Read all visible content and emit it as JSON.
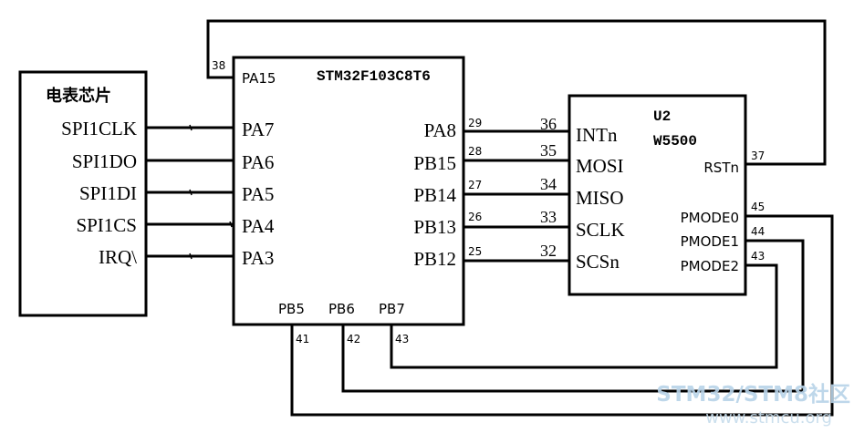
{
  "meter_chip": {
    "title": "电表芯片",
    "pins": [
      "SPI1CLK",
      "SPI1DO",
      "SPI1DI",
      "SPI1CS",
      "IRQ\\"
    ]
  },
  "mcu": {
    "name": "STM32F103C8T6",
    "top_pin": "PA15",
    "top_pin_num": "38",
    "left_pins": [
      "PA7",
      "PA6",
      "PA5",
      "PA4",
      "PA3"
    ],
    "right_pins": [
      {
        "name": "PA8",
        "num": "29"
      },
      {
        "name": "PB15",
        "num": "28"
      },
      {
        "name": "PB14",
        "num": "27"
      },
      {
        "name": "PB13",
        "num": "26"
      },
      {
        "name": "PB12",
        "num": "25"
      }
    ],
    "bottom_pins": [
      {
        "name": "PB5",
        "num": "41"
      },
      {
        "name": "PB6",
        "num": "42"
      },
      {
        "name": "PB7",
        "num": "43"
      }
    ]
  },
  "w5500": {
    "ref": "U2",
    "name": "W5500",
    "left_pins": [
      {
        "name": "INTn",
        "num": "36"
      },
      {
        "name": "MOSI",
        "num": "35"
      },
      {
        "name": "MISO",
        "num": "34"
      },
      {
        "name": "SCLK",
        "num": "33"
      },
      {
        "name": "SCSn",
        "num": "32"
      }
    ],
    "right_pins": [
      {
        "name": "RSTn",
        "num": "37"
      },
      {
        "name": "PMODE0",
        "num": "45"
      },
      {
        "name": "PMODE1",
        "num": "44"
      },
      {
        "name": "PMODE2",
        "num": "43"
      }
    ]
  },
  "watermark": {
    "line1": "STM32/STM8社区",
    "line2": "www.stmcu.org"
  }
}
